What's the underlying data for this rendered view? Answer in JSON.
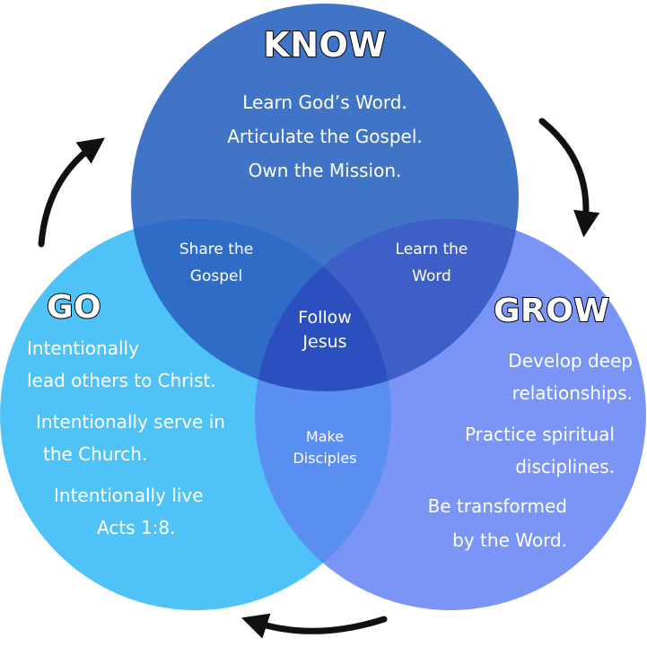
{
  "colors": {
    "know": "#3f74c7",
    "go": "#4fc3f8",
    "grow": "#7b95f7",
    "overlap_share": "#2f6cc8",
    "overlap_learn": "#3f5fc8",
    "overlap_make": "#5a8ef0",
    "center": "#2b4fbf",
    "arrows": "#111111"
  },
  "know": {
    "title": "KNOW",
    "lines": [
      "Learn God’s Word.",
      "Articulate the Gospel.",
      "Own the Mission."
    ]
  },
  "go": {
    "title": "GO",
    "lines": [
      "Intentionally",
      "lead others to Christ.",
      "Intentionally serve in",
      "the Church.",
      "Intentionally live",
      "Acts 1:8."
    ]
  },
  "grow": {
    "title": "GROW",
    "lines": [
      "Develop deep",
      "relationships.",
      "Practice spiritual",
      "disciplines.",
      "Be transformed",
      "by the Word."
    ]
  },
  "overlaps": {
    "share": [
      "Share the",
      "Gospel"
    ],
    "learn": [
      "Learn the",
      "Word"
    ],
    "make": [
      "Make",
      "Disciples"
    ],
    "center": [
      "Follow",
      "Jesus"
    ]
  },
  "arrows": [
    "arrow-go-to-know",
    "arrow-know-to-grow",
    "arrow-grow-to-go"
  ]
}
